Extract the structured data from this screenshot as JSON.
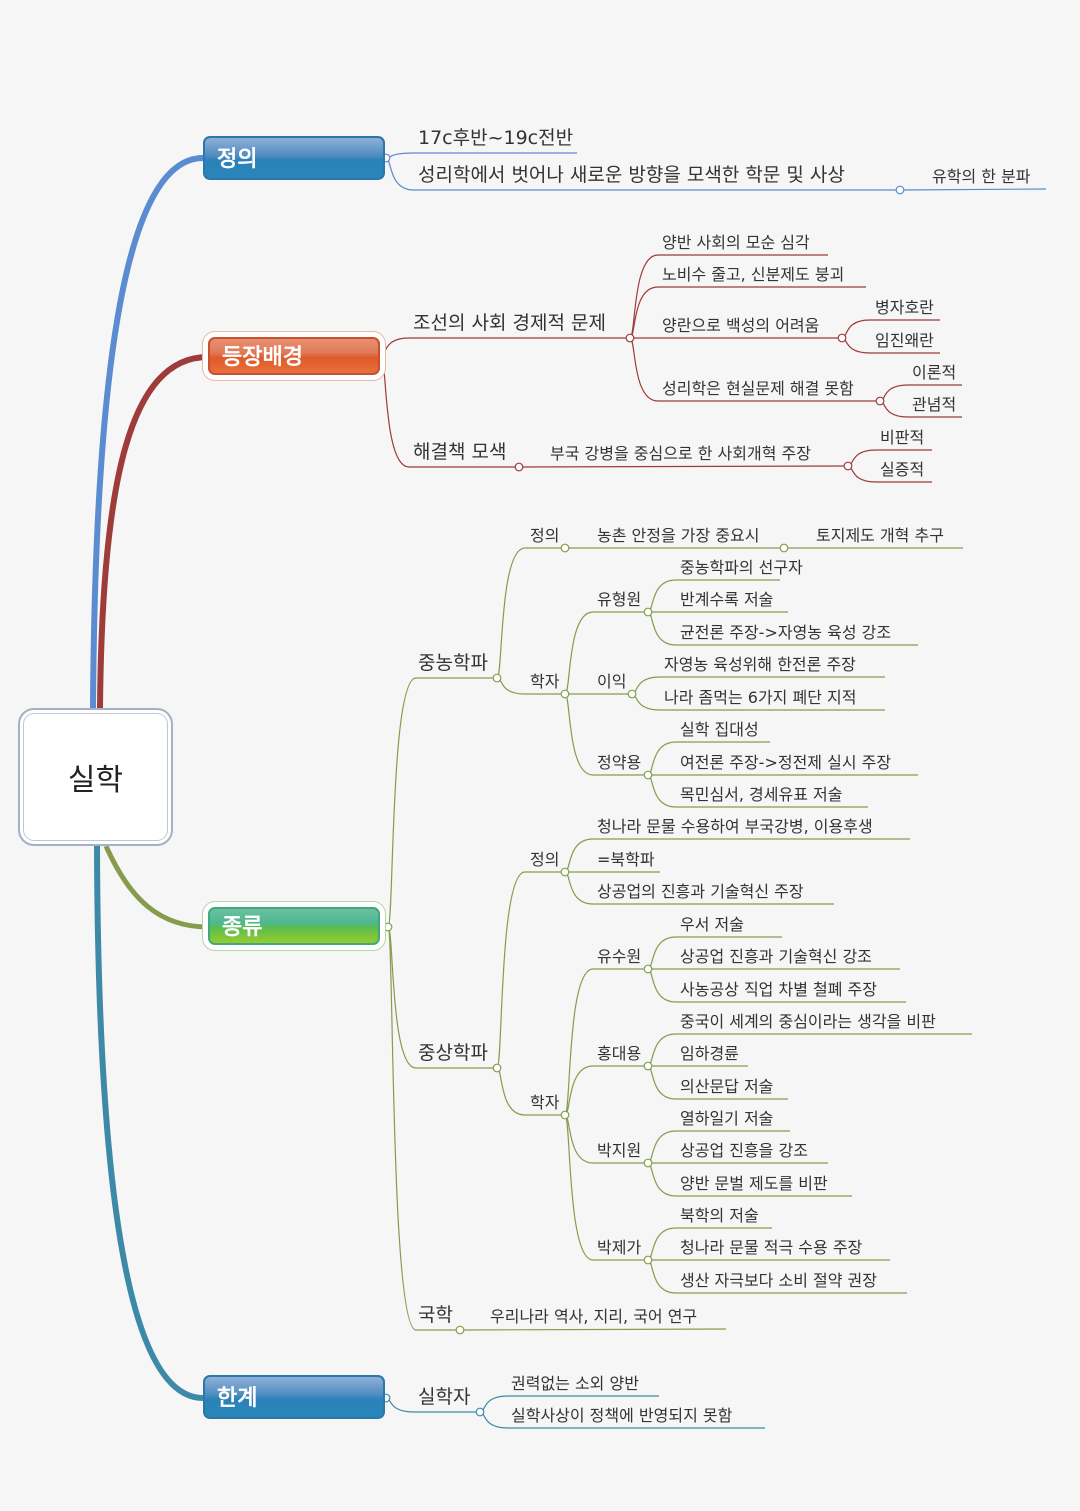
{
  "root": "실학",
  "colors": {
    "definition": "#5b8bd0",
    "background": "#9e3b3b",
    "types": "#869c4c",
    "limits": "#3d8aa8"
  },
  "topics": {
    "definition": {
      "label": "정의",
      "items": [
        "17c후반~19c전반",
        "성리학에서 벗어나 새로운 방향을 모색한 학문 및 사상"
      ],
      "sub": "유학의 한 분파"
    },
    "background": {
      "label": "등장배경",
      "problem": {
        "label": "조선의 사회 경제적 문제",
        "items": [
          {
            "label": "양반 사회의 모순 심각"
          },
          {
            "label": "노비수 줄고, 신분제도 붕괴"
          },
          {
            "label": "양란으로 백성의 어려움",
            "items": [
              "병자호란",
              "임진왜란"
            ]
          },
          {
            "label": "성리학은 현실문제 해결 못함",
            "items": [
              "이론적",
              "관념적"
            ]
          }
        ]
      },
      "solution": {
        "label": "해결책 모색",
        "item": {
          "label": "부국 강병을 중심으로 한 사회개혁 주장",
          "items": [
            "비판적",
            "실증적"
          ]
        }
      }
    },
    "types": {
      "label": "종류",
      "physiocrat": {
        "label": "중농학파",
        "definition": {
          "label": "정의",
          "item": "농촌 안정을 가장 중요시",
          "sub": "토지제도 개혁 추구"
        },
        "scholars": {
          "label": "학자",
          "list": [
            {
              "name": "유형원",
              "items": [
                "중농학파의 선구자",
                "반계수록 저술",
                "균전론 주장->자영농 육성 강조"
              ]
            },
            {
              "name": "이익",
              "items": [
                "자영농 육성위해 한전론 주장",
                "나라 좀먹는 6가지 폐단 지적"
              ]
            },
            {
              "name": "정약용",
              "items": [
                "실학 집대성",
                "여전론 주장->정전제 실시 주장",
                "목민심서, 경세유표 저술"
              ]
            }
          ]
        }
      },
      "mercantile": {
        "label": "중상학파",
        "definition": {
          "label": "정의",
          "items": [
            "청나라 문물 수용하여 부국강병, 이용후생",
            "=북학파",
            "상공업의 진흥과 기술혁신 주장"
          ]
        },
        "scholars": {
          "label": "학자",
          "list": [
            {
              "name": "유수원",
              "items": [
                "우서 저술",
                "상공업 진흥과 기술혁신 강조",
                "사농공상 직업 차별 철폐 주장"
              ]
            },
            {
              "name": "홍대용",
              "items": [
                "중국이 세계의 중심이라는 생각을 비판",
                "임하경륜",
                "의산문답 저술"
              ]
            },
            {
              "name": "박지원",
              "items": [
                "열하일기 저술",
                "상공업 진흥을 강조",
                "양반 문벌 제도를 비판"
              ]
            },
            {
              "name": "박제가",
              "items": [
                "북학의 저술",
                "청나라 문물 적극 수용 주장",
                "생산 자극보다 소비 절약 권장"
              ]
            }
          ]
        }
      },
      "national": {
        "label": "국학",
        "item": "우리나라 역사, 지리, 국어 연구"
      }
    },
    "limits": {
      "label": "한계",
      "scholar": {
        "label": "실학자",
        "items": [
          "권력없는 소외 양반",
          "실학사상이 정책에 반영되지 못함"
        ]
      }
    }
  }
}
